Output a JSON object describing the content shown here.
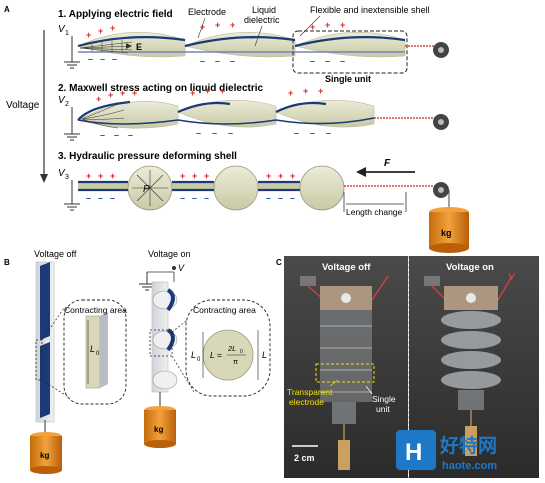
{
  "panel_a": {
    "letter": "A",
    "steps": [
      "1. Applying electric field",
      "2. Maxwell stress acting on liquid dielectric",
      "3. Hydraulic pressure deforming shell"
    ],
    "labels": {
      "electrode": "Electrode",
      "liquid_line1": "Liquid",
      "liquid_line2": "dielectric",
      "shell": "Flexible and inextensible shell",
      "single_unit": "Single unit",
      "voltage": "Voltage",
      "field": "E",
      "pressure": "P",
      "force": "F",
      "length_change": "Length change",
      "weight": "kg"
    },
    "voltages": {
      "v": "V",
      "s1": "1",
      "s2": "2",
      "s3": "3"
    }
  },
  "panel_b": {
    "letter": "B",
    "voltage_off": "Voltage off",
    "voltage_on": "Voltage on",
    "contracting_area_1": "Contracting area",
    "contracting_area_2": "Contracting area",
    "voltage_symbol": "V",
    "l0": "L",
    "l0_sub": "0",
    "formula_left": "L =",
    "formula_num": "2L",
    "formula_num_sub": "0",
    "formula_den": "π",
    "l_label": "L",
    "weight": "kg"
  },
  "panel_c": {
    "letter": "C",
    "voltage_off": "Voltage off",
    "voltage_on": "Voltage on",
    "voltage_symbol": "V",
    "transparent_1": "Transparent",
    "transparent_2": "electrode",
    "single_1": "Single",
    "single_2": "unit",
    "scale": "2 cm"
  },
  "watermark": {
    "chinese": "好特网",
    "url": "haote.com"
  },
  "colors": {
    "shell_fill": "#d8d8b8",
    "electrode": "#1d3a78",
    "plus": "#d42a2a",
    "minus": "#1f4fb0",
    "weight": "#e08a1e",
    "photo_bg": "#3a3a3a"
  }
}
